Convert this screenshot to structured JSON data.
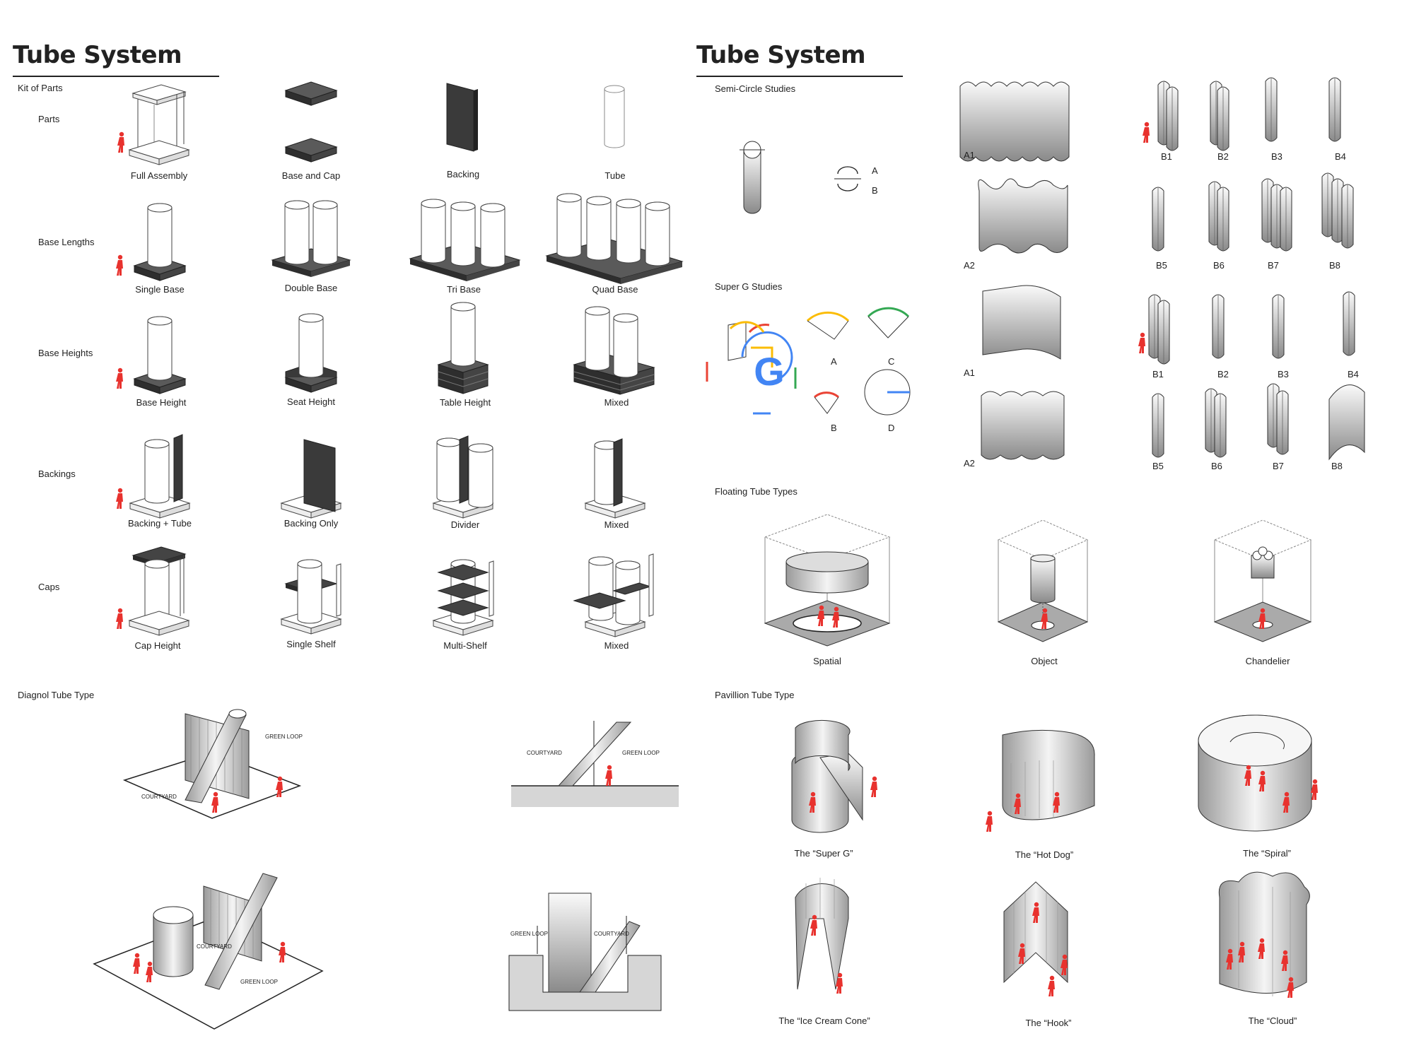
{
  "left": {
    "title": "Tube System",
    "kit_of_parts": "Kit of Parts",
    "rows": {
      "parts": "Parts",
      "base_lengths": "Base Lengths",
      "base_heights": "Base Heights",
      "backings": "Backings",
      "caps": "Caps"
    },
    "captions": {
      "full_assembly": "Full Assembly",
      "base_and_cap": "Base and Cap",
      "backing": "Backing",
      "tube": "Tube",
      "single_base": "Single Base",
      "double_base": "Double Base",
      "tri_base": "Tri Base",
      "quad_base": "Quad Base",
      "base_height": "Base Height",
      "seat_height": "Seat Height",
      "table_height": "Table Height",
      "mixed_1": "Mixed",
      "backing_tube": "Backing + Tube",
      "backing_only": "Backing Only",
      "divider": "Divider",
      "mixed_2": "Mixed",
      "cap_height": "Cap Height",
      "single_shelf": "Single Shelf",
      "multi_shelf": "Multi-Shelf",
      "mixed_3": "Mixed"
    },
    "diagonal": {
      "heading": "Diagnol Tube Type",
      "green_loop": "GREEN LOOP",
      "courtyard": "COURTYARD"
    }
  },
  "right": {
    "title": "Tube System",
    "semi_circle": "Semi-Circle Studies",
    "super_g": "Super G Studies",
    "floating": "Floating Tube Types",
    "pavillion": "Pavillion Tube Type",
    "letters": {
      "a": "A",
      "b": "B",
      "c": "C",
      "d": "D"
    },
    "a_labels": [
      "A1",
      "A2",
      "A1",
      "A2"
    ],
    "b_labels_top": [
      "B1",
      "B2",
      "B3",
      "B4",
      "B5",
      "B6",
      "B7",
      "B8"
    ],
    "b_labels_bottom": [
      "B1",
      "B2",
      "B3",
      "B4",
      "B5",
      "B6",
      "B7",
      "B8"
    ],
    "floating_types": [
      "Spatial",
      "Object",
      "Chandelier"
    ],
    "pavillions": [
      "The “Super G”",
      "The “Hot Dog”",
      "The “Spiral”",
      "The “Ice Cream Cone”",
      "The “Hook”",
      "The “Cloud”"
    ]
  },
  "colors": {
    "person": "#e8322e",
    "base_dark": "#3c3c3c",
    "google_blue": "#4285f4",
    "google_red": "#ea4335",
    "google_yellow": "#fbbc05",
    "google_green": "#34a853"
  }
}
